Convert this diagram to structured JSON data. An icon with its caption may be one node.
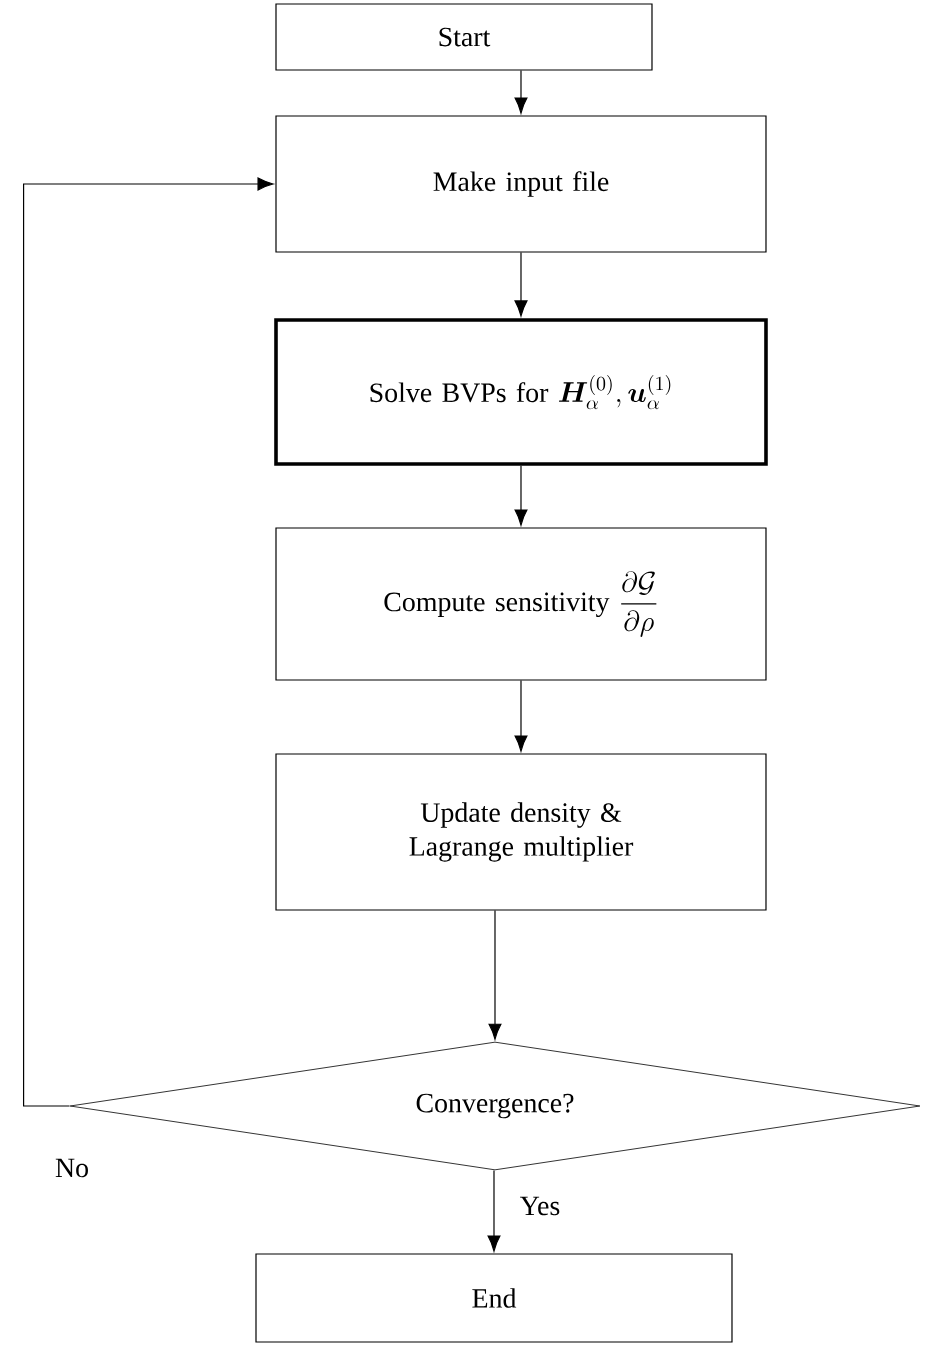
{
  "diagram": {
    "nodes": [
      {
        "text": [
          "Start"
        ]
      },
      {
        "text": [
          "Make input file"
        ]
      },
      {
        "text": [
          "Solve BVPs for",
          "\\boldsymbol{H}_{\\alpha}^{(0)},\\boldsymbol{u}_{\\alpha}^{(1)}"
        ]
      },
      {
        "text": [
          "Compute sensitivity",
          "\\frac{\\partial\\mathcal{G}}{\\partial\\rho}"
        ]
      },
      {
        "text": [
          "Update density & Lagrange multiplier"
        ]
      },
      {
        "text": [
          "Convergence?"
        ]
      },
      {
        "text": [
          "End"
        ]
      }
    ],
    "edges": [
      {
        "from": 0,
        "to": 1,
        "arrow": "to"
      },
      {
        "from": 1,
        "to": 2,
        "arrow": "to"
      },
      {
        "from": 2,
        "to": 3,
        "arrow": "to"
      },
      {
        "from": 3,
        "to": 4,
        "arrow": "to"
      },
      {
        "from": 4,
        "to": 5,
        "arrow": "to"
      },
      {
        "from": 5,
        "to": 6,
        "arrow": "to",
        "label": "Yes"
      },
      {
        "from": 5,
        "to": 1,
        "arrow": "to",
        "label": "No"
      }
    ]
  }
}
